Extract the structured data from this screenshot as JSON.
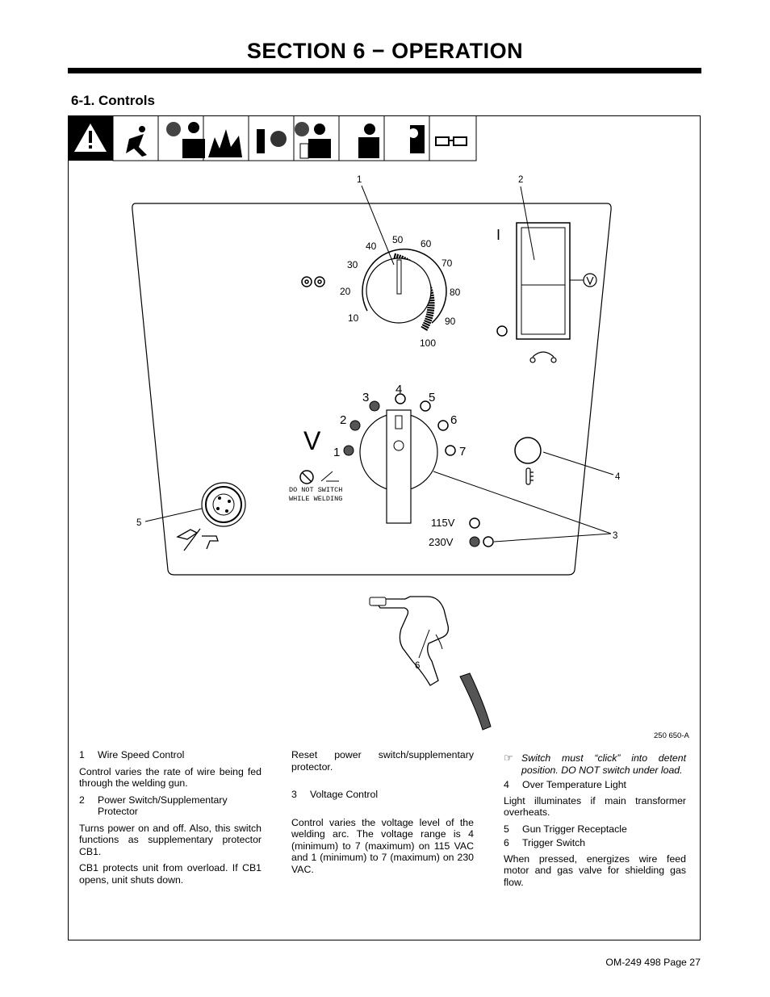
{
  "page": {
    "title": "SECTION 6 − OPERATION",
    "subhead": "6-1.   Controls",
    "footer": "OM-249 498 Page 27",
    "figure_id": "250 650-A"
  },
  "figure": {
    "callouts": [
      "1",
      "2",
      "3",
      "3",
      "4",
      "5",
      "6"
    ],
    "wire_speed_ticks": [
      "10",
      "20",
      "30",
      "40",
      "50",
      "60",
      "70",
      "80",
      "90",
      "100"
    ],
    "voltage_positions": [
      "1",
      "2",
      "3",
      "4",
      "5",
      "6",
      "7"
    ],
    "voltage_symbol": "V",
    "indicator_115": "115V",
    "indicator_230": "230V",
    "switch_on": "I",
    "warning_line1": "DO NOT SWITCH",
    "warning_line2": "WHILE WELDING"
  },
  "col1": {
    "item1_num": "1",
    "item1_label": "Wire Speed Control",
    "item1_text": "Control varies the rate of wire being fed through the welding gun.",
    "item2_num": "2",
    "item2_label": "Power Switch/Supplementary Protector",
    "item2_text1": "Turns power on and off. Also, this switch functions as supplementary protector CB1.",
    "item2_text2": "CB1 protects unit from overload. If CB1 opens, unit shuts down."
  },
  "col2": {
    "text1": "Reset power switch/supplementary protector.",
    "item3_num": "3",
    "item3_label": "Voltage Control",
    "item3_text": "Control varies the voltage level of the welding arc. The voltage range is 4 (minimum) to 7 (maximum) on 115 VAC and 1 (minimum) to 7 (maximum) on 230 VAC."
  },
  "col3": {
    "note_icon": "☞",
    "note_text": "Switch must “click” into detent position. DO NOT switch under load.",
    "item4_num": "4",
    "item4_label": "Over Temperature Light",
    "item4_text": "Light illuminates if main transformer overheats.",
    "item5_num": "5",
    "item5_label": "Gun Trigger Receptacle",
    "item6_num": "6",
    "item6_label": "Trigger Switch",
    "item6_text": "When pressed, energizes wire feed motor and gas valve for shielding gas flow."
  }
}
